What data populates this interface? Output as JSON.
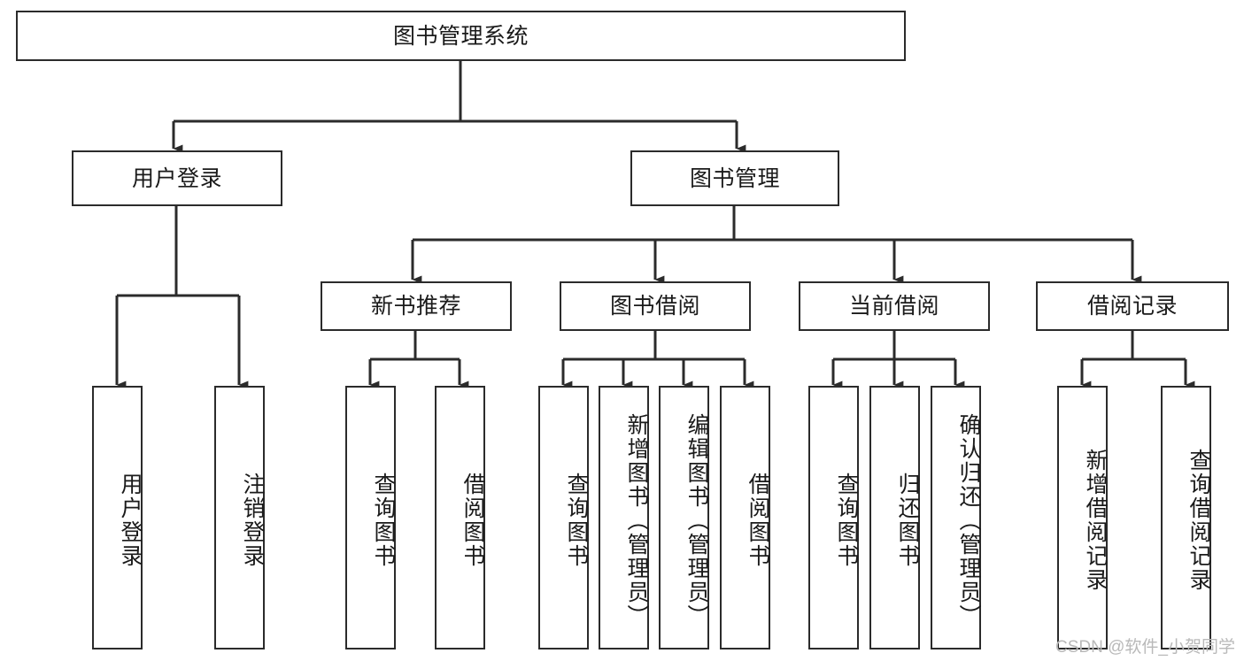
{
  "diagram": {
    "type": "tree",
    "title": "图书管理系统",
    "orientation": "top-down",
    "line_color": "#2b2b2b",
    "box_fill": "#ffffff",
    "text_color": "#1a1a1a",
    "root": {
      "label": "图书管理系统"
    },
    "level2": [
      {
        "label": "用户登录"
      },
      {
        "label": "图书管理"
      }
    ],
    "level3": [
      {
        "label": "新书推荐"
      },
      {
        "label": "图书借阅"
      },
      {
        "label": "当前借阅"
      },
      {
        "label": "借阅记录"
      }
    ],
    "leaves": {
      "user_login": [
        {
          "label": "用户登录"
        },
        {
          "label": "注销登录"
        }
      ],
      "new_book_recommend": [
        {
          "label": "查询图书"
        },
        {
          "label": "借阅图书"
        }
      ],
      "book_borrow": [
        {
          "label": "查询图书"
        },
        {
          "label": "新增图书（管理员）"
        },
        {
          "label": "编辑图书（管理员）"
        },
        {
          "label": "借阅图书"
        }
      ],
      "current_borrow": [
        {
          "label": "查询图书"
        },
        {
          "label": "归还图书"
        },
        {
          "label": "确认归还（管理员）"
        }
      ],
      "borrow_record": [
        {
          "label": "新增借阅记录"
        },
        {
          "label": "查询借阅记录"
        }
      ]
    }
  },
  "watermark": {
    "text": "CSDN @软件_小贺同学"
  }
}
